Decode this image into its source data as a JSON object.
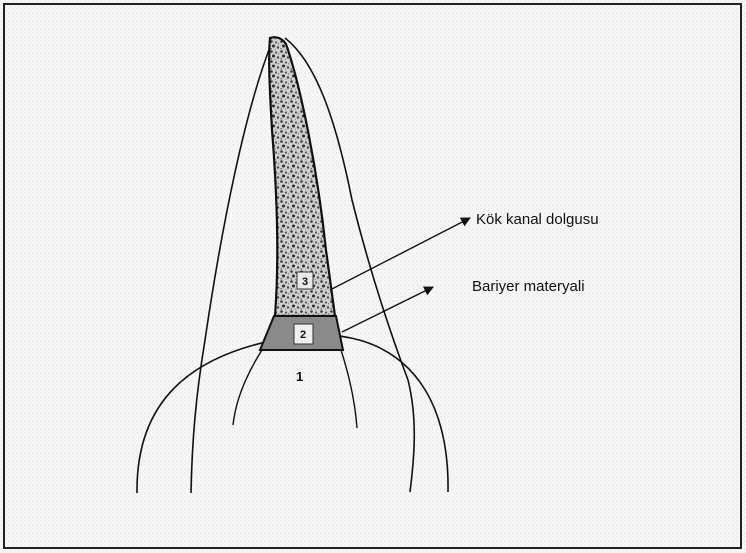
{
  "labels": {
    "root_canal_filling": "Kök kanal dolgusu",
    "barrier_material": "Bariyer materyali"
  },
  "markers": {
    "one": "1",
    "two": "2",
    "three": "3"
  }
}
